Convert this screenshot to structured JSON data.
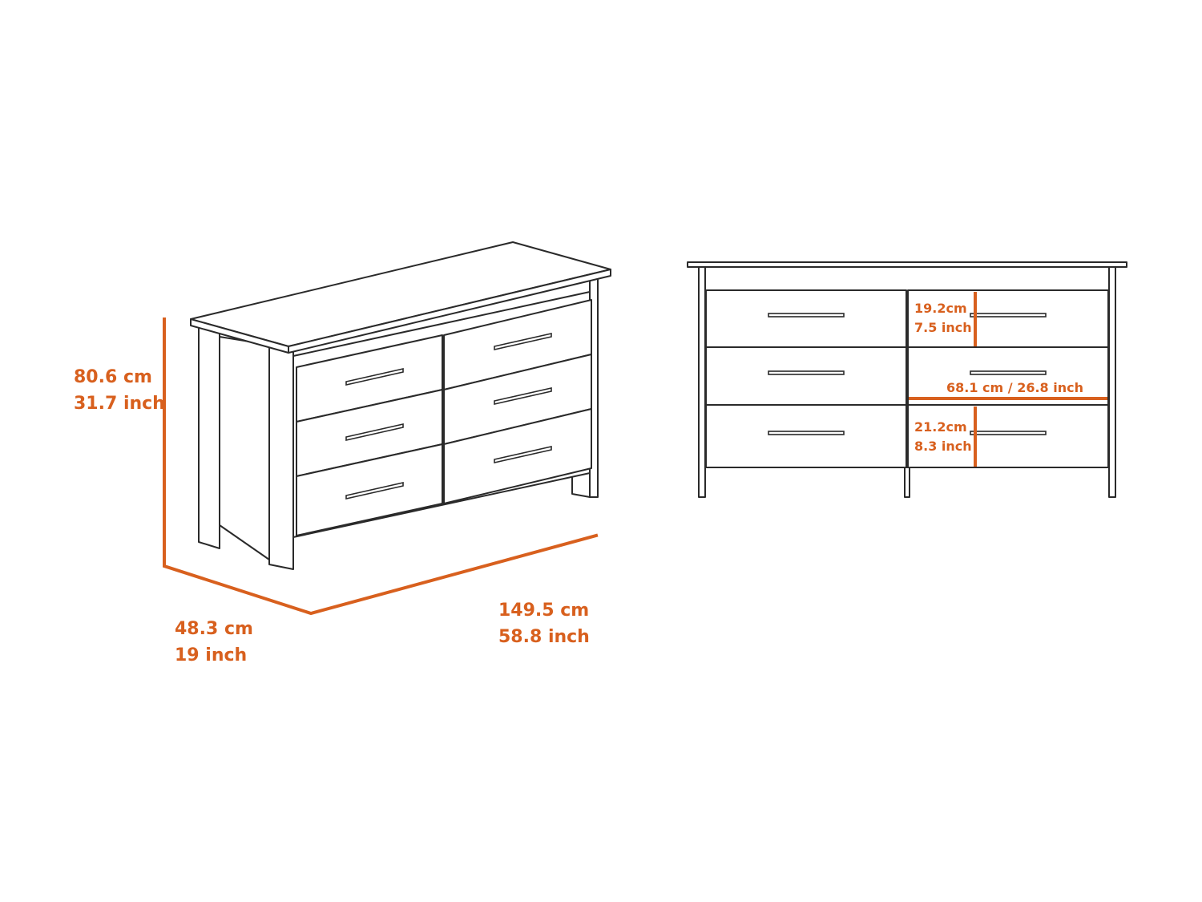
{
  "accent_color": "#d8601e",
  "outline_color": "#2a2a2a",
  "isometric_view": {
    "height": {
      "cm": "80.6 cm",
      "inch": "31.7 inch"
    },
    "depth": {
      "cm": "48.3 cm",
      "inch": "19 inch"
    },
    "width": {
      "cm": "149.5 cm",
      "inch": "58.8 inch"
    }
  },
  "front_view": {
    "top_drawer_height": {
      "cm": "19.2cm",
      "inch": "7.5 inch"
    },
    "drawer_width": {
      "text": "68.1 cm / 26.8 inch"
    },
    "bottom_drawer_height": {
      "cm": "21.2cm",
      "inch": "8.3 inch"
    }
  }
}
